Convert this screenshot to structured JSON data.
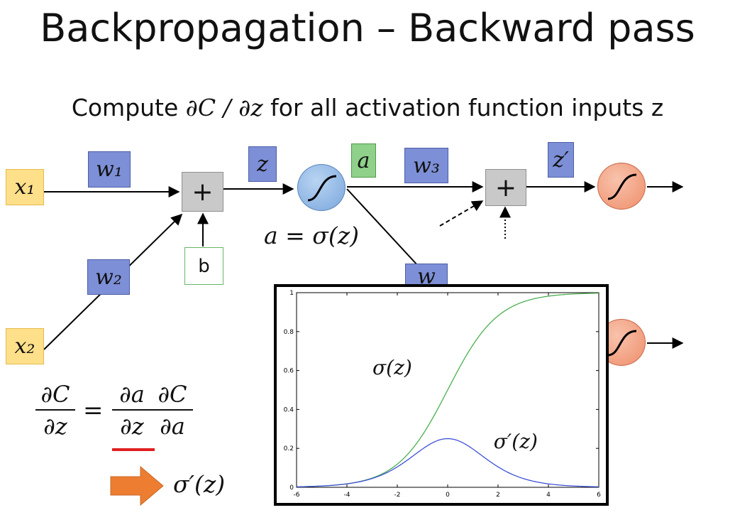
{
  "title": "Backpropagation – Backward pass",
  "subtitle": {
    "prefix": "Compute ",
    "math": "∂C / ∂z",
    "suffix": " for all activation function inputs z"
  },
  "diagram": {
    "x1": "x₁",
    "x2": "x₂",
    "w1": "w₁",
    "w2": "w₂",
    "w3": "w₃",
    "w4_partial": "w",
    "b": "b",
    "plus": "+",
    "z": "z",
    "a": "a",
    "z_prime": "z′",
    "a_eq": "a = σ(z)"
  },
  "chain_rule": {
    "lhs_num": "∂C",
    "lhs_den": "∂z",
    "equals": "=",
    "f1_num": "∂a",
    "f1_den": "∂z",
    "f2_num": "∂C",
    "f2_den": "∂a",
    "arrow_label": "σ′(z)"
  },
  "chart_data": {
    "type": "line",
    "x": [
      -6,
      -5.5,
      -5,
      -4.5,
      -4,
      -3.5,
      -3,
      -2.5,
      -2,
      -1.5,
      -1,
      -0.5,
      0,
      0.5,
      1,
      1.5,
      2,
      2.5,
      3,
      3.5,
      4,
      4.5,
      5,
      5.5,
      6
    ],
    "series": [
      {
        "name": "σ(z)",
        "values": [
          0.0025,
          0.0041,
          0.0067,
          0.011,
          0.018,
          0.0293,
          0.0474,
          0.0759,
          0.1192,
          0.1824,
          0.2689,
          0.3775,
          0.5,
          0.6225,
          0.7311,
          0.8176,
          0.8808,
          0.9241,
          0.9526,
          0.9707,
          0.982,
          0.989,
          0.9933,
          0.9959,
          0.9975
        ],
        "color": "#4caf50"
      },
      {
        "name": "σ′(z)",
        "values": [
          0.0025,
          0.0041,
          0.0066,
          0.0109,
          0.0177,
          0.0285,
          0.0452,
          0.0701,
          0.105,
          0.1491,
          0.1966,
          0.235,
          0.25,
          0.235,
          0.1966,
          0.1491,
          0.105,
          0.0701,
          0.0452,
          0.0285,
          0.0177,
          0.0109,
          0.0066,
          0.0041,
          0.0025
        ],
        "color": "#3f51d8"
      }
    ],
    "x_ticks": [
      "-6",
      "-4",
      "-2",
      "0",
      "2",
      "4",
      "6"
    ],
    "y_ticks": [
      "0",
      "0.2",
      "0.4",
      "0.6",
      "0.8",
      "1"
    ],
    "xlim": [
      -6,
      6
    ],
    "ylim": [
      0,
      1
    ],
    "grid": false
  },
  "colors": {
    "x_box": "#ffe08a",
    "w_box": "#7d8fd6",
    "a_box": "#8fd18a",
    "neuron_blue": "#7aa7dd",
    "neuron_red": "#ef8f6b",
    "arrow": "#ed7d31",
    "underline": "#e02020"
  }
}
